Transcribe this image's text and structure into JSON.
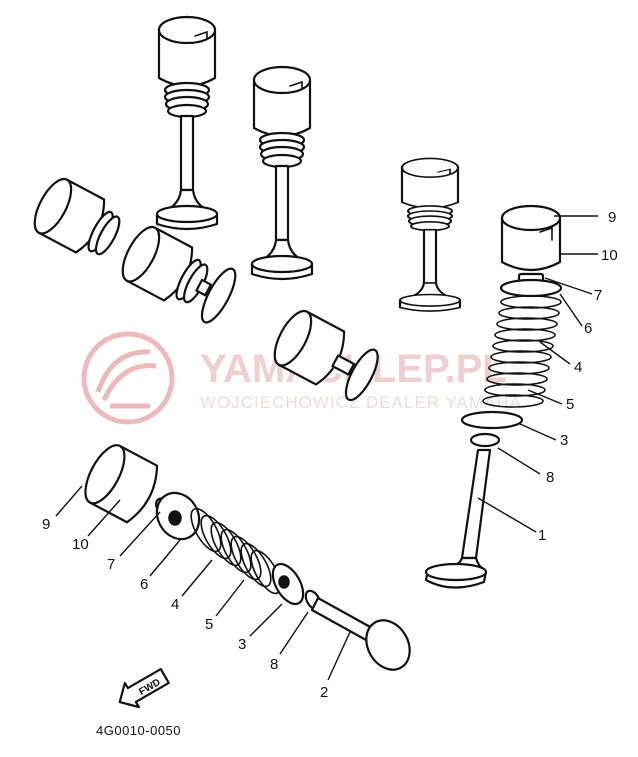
{
  "callouts": {
    "right": {
      "c9": "9",
      "c10": "10",
      "c7": "7",
      "c6": "6",
      "c4": "4",
      "c5": "5",
      "c3": "3",
      "c8": "8",
      "c1": "1"
    },
    "left": {
      "c9": "9",
      "c10": "10",
      "c7": "7",
      "c6": "6",
      "c4": "4",
      "c5": "5",
      "c3": "3",
      "c8": "8",
      "c2": "2"
    }
  },
  "fwd_label": "FWD",
  "part_code": "4G0010-0050",
  "watermark": {
    "brand": "YAMACKLEP.PL",
    "subtitle": "WOJCIECHOWICZ DEALER YAMAHA",
    "logo_color": "#e8a7aa"
  }
}
